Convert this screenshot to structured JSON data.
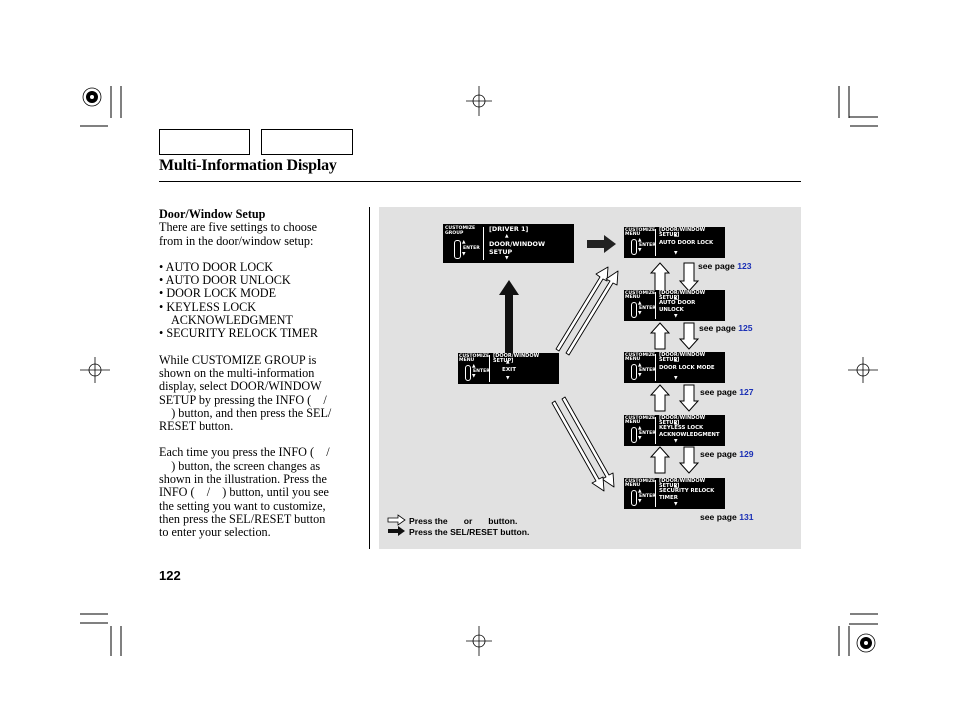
{
  "header": {
    "title": "Multi-Information Display"
  },
  "left_column": {
    "heading": "Door/Window Setup",
    "intro": [
      "There are five settings to choose",
      "from in the door/window setup:"
    ],
    "bullets": [
      "AUTO DOOR LOCK",
      "AUTO DOOR UNLOCK",
      "DOOR LOCK MODE",
      "KEYLESS LOCK",
      "SECURITY RELOCK TIMER"
    ],
    "bullet_continuation": "ACKNOWLEDGMENT",
    "para1": [
      "While CUSTOMIZE GROUP is",
      "shown on the multi-information",
      "display, select DOOR/WINDOW",
      "SETUP by pressing the INFO (    /",
      "    ) button, and then press the SEL/",
      "RESET button."
    ],
    "para2": [
      "Each time you press the INFO (    /",
      "    ) button, the screen changes as",
      "shown in the illustration. Press the",
      "INFO (    /    ) button, until you see",
      "the setting you want to customize,",
      "then press the SEL/RESET button",
      "to enter your selection."
    ]
  },
  "diagram": {
    "main_screen": {
      "label1": "CUSTOMIZE",
      "label2": "GROUP",
      "title": "[DRIVER 1]",
      "line1": "DOOR/WINDOW",
      "line2": "SETUP",
      "enter": "ENTER"
    },
    "exit_screen": {
      "label1": "CUSTOMIZE",
      "label2": "MENU",
      "title": "[DOOR/WINDOW SETUP]",
      "line1": "EXIT",
      "enter": "ENTER"
    },
    "setting_screens": [
      {
        "label1": "CUSTOMIZE",
        "label2": "MENU",
        "title": "[DOOR/WINDOW SETUP]",
        "line1": "AUTO DOOR LOCK",
        "line2": "",
        "enter": "ENTER",
        "see": "see page",
        "page": "123"
      },
      {
        "label1": "CUSTOMIZE",
        "label2": "MENU",
        "title": "[DOOR/WINDOW SETUP]",
        "line1": "AUTO DOOR",
        "line2": "UNLOCK",
        "enter": "ENTER",
        "see": "see page",
        "page": "125"
      },
      {
        "label1": "CUSTOMIZE",
        "label2": "MENU",
        "title": "[DOOR/WINDOW SETUP]",
        "line1": "DOOR LOCK MODE",
        "line2": "",
        "enter": "ENTER",
        "see": "see page",
        "page": "127"
      },
      {
        "label1": "CUSTOMIZE",
        "label2": "MENU",
        "title": "[DOOR/WINDOW SETUP]",
        "line1": "KEYLESS LOCK",
        "line2": "ACKNOWLEDGMENT",
        "enter": "ENTER",
        "see": "see page",
        "page": "129"
      },
      {
        "label1": "CUSTOMIZE",
        "label2": "MENU",
        "title": "[DOOR/WINDOW SETUP]",
        "line1": "SECURITY RELOCK",
        "line2": "TIMER",
        "enter": "ENTER",
        "see": "see page",
        "page": "131"
      }
    ],
    "legend": {
      "press_the": "Press the",
      "or": "or",
      "button": "button.",
      "press_sel": "Press the SEL/RESET button."
    }
  },
  "footer": {
    "page_number": "122"
  }
}
